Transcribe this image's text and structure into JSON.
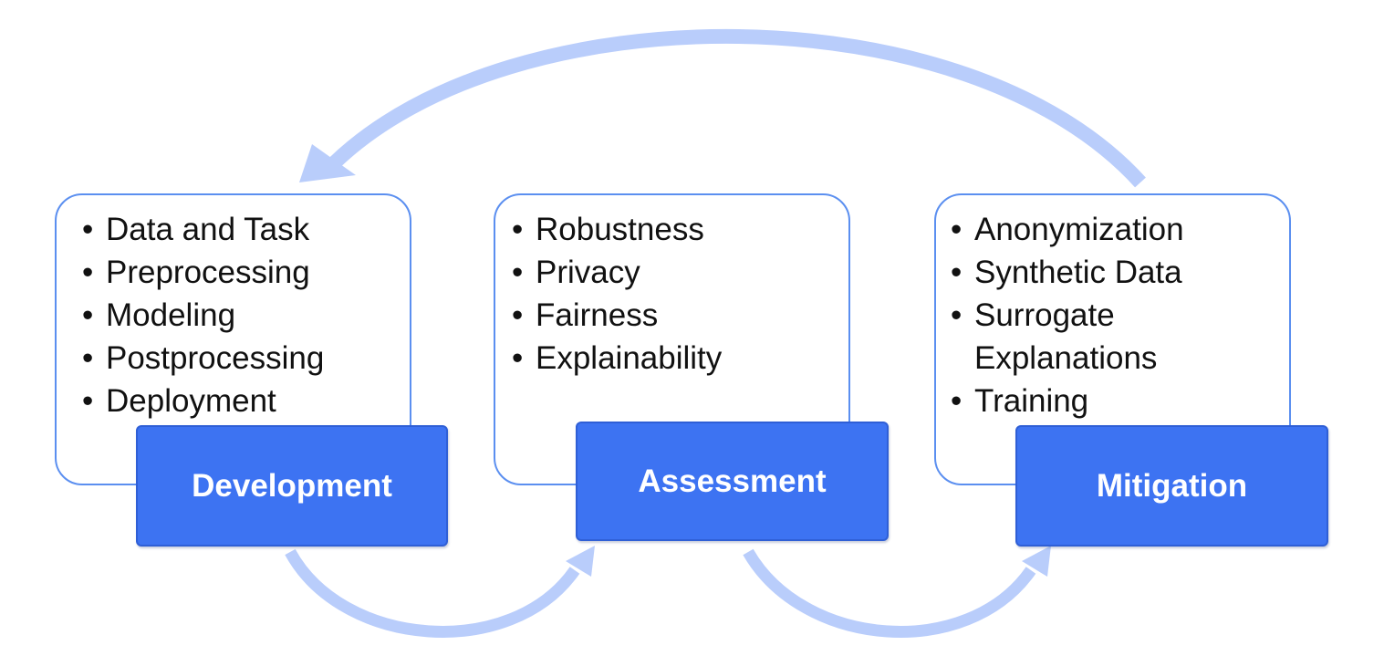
{
  "stages": [
    {
      "id": "development",
      "label": "Development",
      "items": [
        "Data and Task",
        "Preprocessing",
        "Modeling",
        "Postprocessing",
        "Deployment"
      ]
    },
    {
      "id": "assessment",
      "label": "Assessment",
      "items": [
        "Robustness",
        "Privacy",
        "Fairness",
        "Explainability"
      ]
    },
    {
      "id": "mitigation",
      "label": "Mitigation",
      "items": [
        "Anonymization",
        "Synthetic Data",
        "Surrogate",
        "Explanations",
        "Training"
      ]
    }
  ],
  "colors": {
    "arrow": "#b9cdfb",
    "panel_border": "#5b8ff0",
    "label_fill": "#3d73f2",
    "label_text": "#ffffff"
  }
}
